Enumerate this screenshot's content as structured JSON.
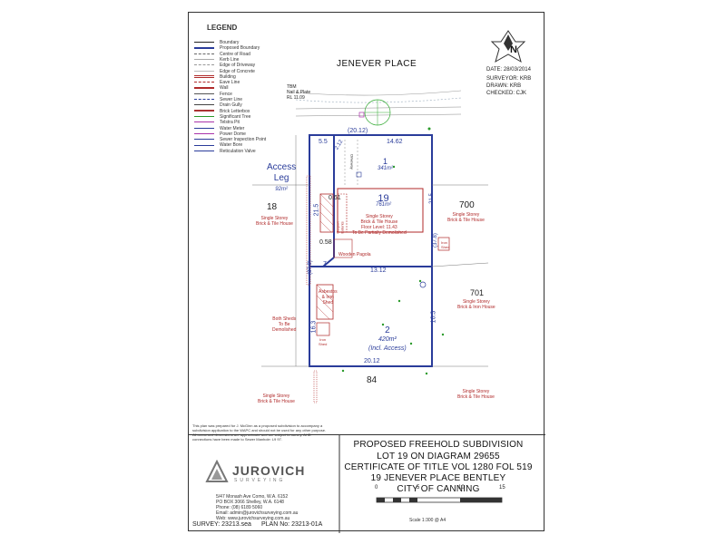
{
  "legend": {
    "title": "LEGEND",
    "items": [
      "Boundary",
      "Proposed Boundary",
      "Centre of Road",
      "Kerb Line",
      "Edge of Driveway",
      "Edge of Concrete",
      "Building",
      "Eave Line",
      "Wall",
      "Fence",
      "Sewer Line",
      "Drain Gully",
      "Brick Letterbox",
      "Significant Tree",
      "Telstra Pit",
      "Water Meter",
      "Power Dome",
      "Sewer Inspection Point",
      "Water Bore",
      "Reticulation Valve"
    ]
  },
  "north_label": "N",
  "header": {
    "street": "JENEVER PLACE",
    "date": "DATE: 28/03/2014",
    "surveyor": "SURVEYOR: KRB",
    "drawn": "DRAWN:      KRB",
    "checked": "CHECKED:   CJK"
  },
  "plan": {
    "tbm": [
      "TBM",
      "Nail & Plate",
      "RL 11.09"
    ],
    "dim_top_12": "(20.12)",
    "dim_5_5": "5.5",
    "dim_2_12": "2.12",
    "dim_14_62": "14.62",
    "access_leg": [
      "Access",
      "Leg",
      "92m²"
    ],
    "lot1_no": "1",
    "lot1_area": "341m²",
    "driveway": "Driveway",
    "lot19_no": "19",
    "lot19_area": "761m²",
    "house19": [
      "Single Storey",
      "Brick & Tile House",
      "Floor Level: 11.43",
      "To Be Partially Demolished"
    ],
    "carport": [
      "Carport",
      "Extents"
    ],
    "dim_0_61": "0.61",
    "dim_0_58": "0.58",
    "dim_21_5": "21.5",
    "dim_37_8_left": "(37.8)",
    "dim_37_8_right": "(37.8)",
    "dim_21_5_right": "21.5",
    "dim_7": "7",
    "dim_13_12": "13.12",
    "wooden_pagola": "Wooden Pagola",
    "lot18_no": "18",
    "lot18_desc": [
      "Single Storey",
      "Brick & Tile House"
    ],
    "lot700_no": "700",
    "lot700_desc": [
      "Single Storey",
      "Brick & Tile House"
    ],
    "iron_shed_right": [
      "Iron",
      "Shed"
    ],
    "lot701_no": "701",
    "lot701_desc": [
      "Single Storey",
      "Brick & Iron House"
    ],
    "asbestos_shed": [
      "Asbestos",
      "& Iron",
      "Shed"
    ],
    "both_sheds": [
      "Both Sheds",
      "To Be",
      "Demolished"
    ],
    "iron_shed_left": [
      "Iron",
      "Shed"
    ],
    "dim_16_3_left": "16.3",
    "dim_16_3_right": "16.3",
    "lot2_no": "2",
    "lot2_area": "420m²",
    "lot2_note": "(Incl. Access)",
    "dim_bottom": "20.12",
    "lot84_no": "84",
    "lot84_desc_left": [
      "Single Storey",
      "Brick & Tile House"
    ],
    "lot84_desc_right": [
      "Single Storey",
      "Brick & Tile House"
    ]
  },
  "notes": "This plan was prepared for J. McGinn as a proposed subdivision to accompany a subdivision application to the WAPC and should not be used for any other purpose. All areas and dimensions are approximate and are subject to survey. AHD connections have been made to Sewer Manhole: L9 97.",
  "title_block": {
    "line1": "PROPOSED FREEHOLD SUBDIVISION",
    "line2": "LOT 19 ON DIAGRAM 29655",
    "line3": "CERTIFICATE OF TITLE VOL 1280 FOL 519",
    "line4": "19 JENEVER PLACE BENTLEY",
    "line5": "CITY OF CANNING"
  },
  "company": {
    "name": "JUROVICH",
    "tagline": "SURVEYING",
    "address": [
      "5/47 Monash Ave Como, W.A. 6152",
      "PO BOX 3066 Shelley, W.A. 6148",
      "Phone: (08) 6189 5060",
      "Email: admin@jurovichsurveying.com.au",
      "Web: www.jurovichsurveying.com.au"
    ]
  },
  "survey": "SURVEY: 23213.sea",
  "plan_no": "PLAN No: 23213-01A",
  "scale": {
    "ticks": [
      "0",
      "5",
      "10",
      "15"
    ],
    "caption": "Scale 1:300 @ A4"
  }
}
